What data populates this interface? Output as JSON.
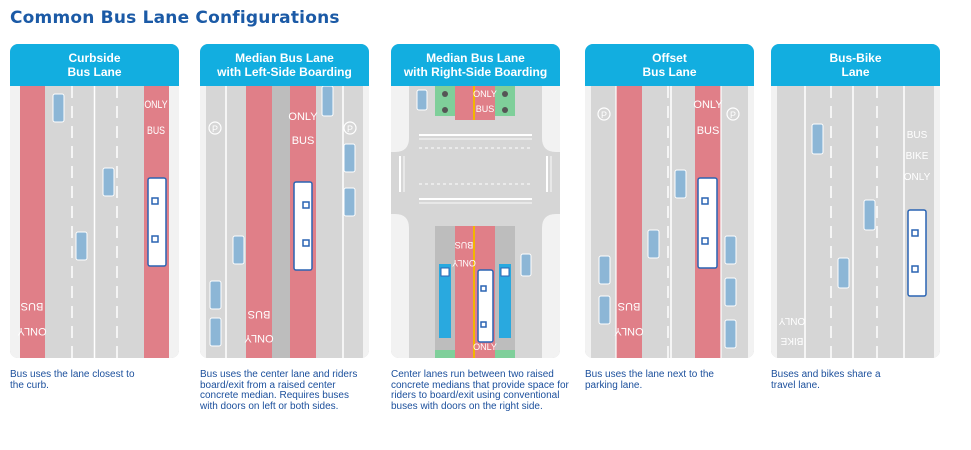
{
  "title": "Common Bus Lane Configurations",
  "panels": [
    {
      "line1": "Curbside",
      "line2": "Bus Lane",
      "lane_text_a": "ONLY",
      "lane_text_b": "BUS",
      "caption": "Bus uses the lane closest to the curb."
    },
    {
      "line1": "Median Bus Lane",
      "line2": "with Left-Side Boarding",
      "lane_text_a": "ONLY",
      "lane_text_b": "BUS",
      "parking_symbol": "P",
      "caption": "Bus uses the center lane and riders board/exit from a raised center concrete median. Requires buses with doors on left or both sides."
    },
    {
      "line1": "Median Bus Lane",
      "line2": "with Right-Side Boarding",
      "lane_text_a": "ONLY",
      "lane_text_b": "BUS",
      "caption": "Center lanes run between two raised concrete medians that provide space for riders to board/exit using conventional buses with doors on the right side."
    },
    {
      "line1": "Offset",
      "line2": "Bus Lane",
      "lane_text_a": "ONLY",
      "lane_text_b": "BUS",
      "parking_symbol": "P",
      "caption": "Bus uses the lane next to the parking lane."
    },
    {
      "line1": "Bus-Bike",
      "line2": "Lane",
      "lane_text_a": "BUS",
      "lane_text_b": "BIKE",
      "lane_text_c": "ONLY",
      "caption": "Buses and bikes share a travel lane."
    }
  ],
  "colors": {
    "header": "#12aee0",
    "bus_lane": "#e07f88",
    "road": "#d6d6d6",
    "curb": "#f2f2f2",
    "median": "#bdbdbd",
    "car": "#8cb6d6",
    "bus_body": "#ffffff",
    "bus_outline": "#2a64b3",
    "station": "#29a9df",
    "signal": "#7fcf9a",
    "center_line": "#f2b600",
    "title": "#1b5aa6",
    "caption": "#1b4f9c"
  }
}
